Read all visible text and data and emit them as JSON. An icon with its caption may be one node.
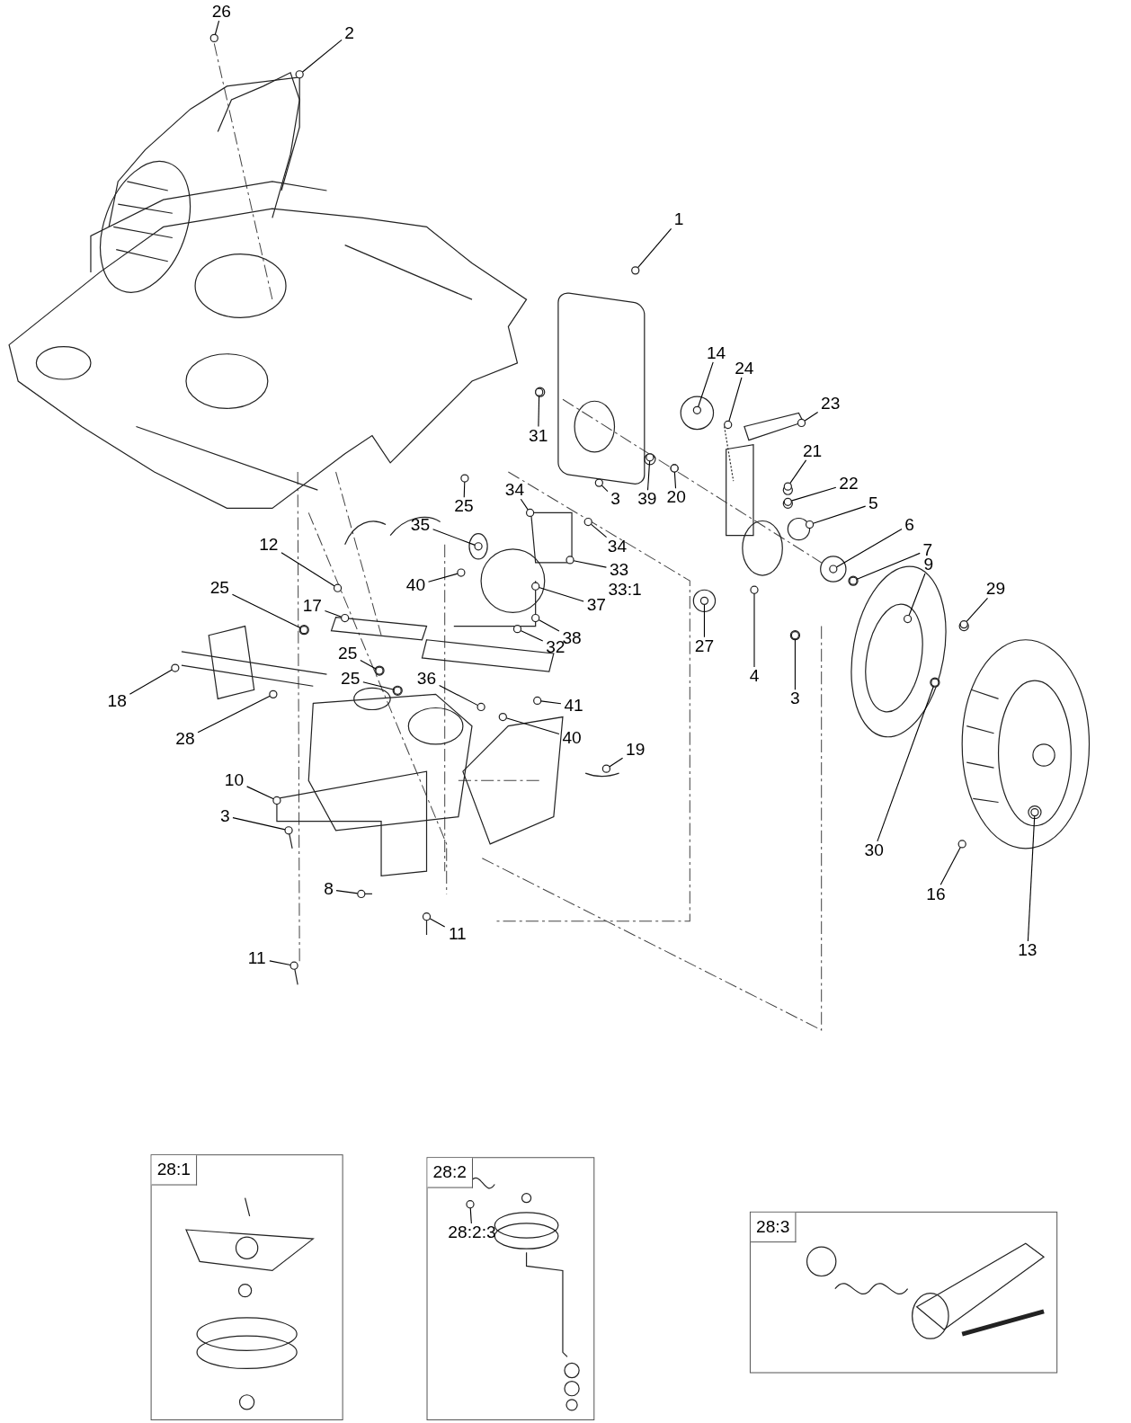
{
  "diagram": {
    "nodes": [
      {
        "text": [
          "26"
        ]
      },
      {
        "text": [
          "2"
        ]
      },
      {
        "text": [
          "1"
        ]
      },
      {
        "text": [
          "14"
        ]
      },
      {
        "text": [
          "24"
        ]
      },
      {
        "text": [
          "23"
        ]
      },
      {
        "text": [
          "21"
        ]
      },
      {
        "text": [
          "22"
        ]
      },
      {
        "text": [
          "31"
        ]
      },
      {
        "text": [
          "39"
        ]
      },
      {
        "text": [
          "20"
        ]
      },
      {
        "text": [
          "5"
        ]
      },
      {
        "text": [
          "25"
        ]
      },
      {
        "text": [
          "34"
        ]
      },
      {
        "text": [
          "3"
        ]
      },
      {
        "text": [
          "6"
        ]
      },
      {
        "text": [
          "34"
        ]
      },
      {
        "text": [
          "35"
        ]
      },
      {
        "text": [
          "12"
        ]
      },
      {
        "text": [
          "33"
        ]
      },
      {
        "text": [
          "7"
        ]
      },
      {
        "text": [
          "9"
        ]
      },
      {
        "text": [
          "29"
        ]
      },
      {
        "text": [
          "25"
        ]
      },
      {
        "text": [
          "40"
        ]
      },
      {
        "text": [
          "17"
        ]
      },
      {
        "text": [
          "37"
        ]
      },
      {
        "text": [
          "38"
        ]
      },
      {
        "text": [
          "25"
        ]
      },
      {
        "text": [
          "32"
        ]
      },
      {
        "text": [
          "27"
        ]
      },
      {
        "text": [
          "4"
        ]
      },
      {
        "text": [
          "25"
        ]
      },
      {
        "text": [
          "36"
        ]
      },
      {
        "text": [
          "3"
        ]
      },
      {
        "text": [
          "41"
        ]
      },
      {
        "text": [
          "18"
        ]
      },
      {
        "text": [
          "40"
        ]
      },
      {
        "text": [
          "28"
        ]
      },
      {
        "text": [
          "19"
        ]
      },
      {
        "text": [
          "10"
        ]
      },
      {
        "text": [
          "30"
        ]
      },
      {
        "text": [
          "3"
        ]
      },
      {
        "text": [
          "16"
        ]
      },
      {
        "text": [
          "8"
        ]
      },
      {
        "text": [
          "11"
        ]
      },
      {
        "text": [
          "13"
        ]
      },
      {
        "text": [
          "11"
        ]
      },
      {
        "text": [
          "28:1"
        ]
      },
      {
        "text": [
          "28:2"
        ]
      },
      {
        "text": [
          "28:2:3"
        ],
        "in": 49
      },
      {
        "text": [
          "28:3"
        ]
      },
      {
        "text": [],
        "shape": "circle"
      },
      {
        "text": [],
        "shape": "circle"
      },
      {
        "text": [],
        "shape": "circle"
      },
      {
        "text": [],
        "shape": "circle"
      },
      {
        "text": [],
        "shape": "circle"
      },
      {
        "text": [],
        "shape": "circle"
      },
      {
        "text": [],
        "shape": "circle"
      },
      {
        "text": [],
        "shape": "circle"
      },
      {
        "text": [],
        "shape": "circle"
      },
      {
        "text": [],
        "shape": "circle"
      },
      {
        "text": [],
        "shape": "circle"
      },
      {
        "text": [],
        "shape": "circle"
      },
      {
        "text": [],
        "shape": "circle"
      },
      {
        "text": [],
        "shape": "circle"
      },
      {
        "text": [],
        "shape": "circle"
      },
      {
        "text": [],
        "shape": "circle"
      },
      {
        "text": [],
        "shape": "circle"
      },
      {
        "text": [],
        "shape": "circle"
      },
      {
        "text": [],
        "shape": "circle"
      },
      {
        "text": [],
        "shape": "circle"
      },
      {
        "text": [],
        "shape": "circle"
      },
      {
        "text": [],
        "shape": "circle"
      },
      {
        "text": [],
        "shape": "circle"
      },
      {
        "text": [],
        "shape": "circle"
      },
      {
        "text": [],
        "shape": "circle"
      },
      {
        "text": [],
        "shape": "circle"
      },
      {
        "text": [],
        "shape": "circle"
      },
      {
        "text": [],
        "shape": "circle"
      },
      {
        "text": [],
        "shape": "circle"
      },
      {
        "text": [],
        "shape": "circle"
      },
      {
        "text": [],
        "shape": "circle"
      },
      {
        "text": [],
        "shape": "circle"
      },
      {
        "text": [],
        "shape": "circle"
      },
      {
        "text": [],
        "shape": "circle"
      },
      {
        "text": [],
        "shape": "circle"
      },
      {
        "text": [],
        "shape": "circle"
      },
      {
        "text": [],
        "shape": "circle"
      },
      {
        "text": [],
        "shape": "circle"
      },
      {
        "text": [],
        "shape": "circle"
      },
      {
        "text": [],
        "shape": "circle"
      },
      {
        "text": [],
        "shape": "circle"
      },
      {
        "text": [],
        "shape": "circle"
      },
      {
        "text": [],
        "shape": "circle"
      },
      {
        "text": [],
        "shape": "circle"
      },
      {
        "text": [],
        "shape": "circle"
      },
      {
        "text": [],
        "shape": "circle"
      },
      {
        "text": [],
        "shape": "circle"
      },
      {
        "text": [],
        "shape": "circle"
      },
      {
        "text": [],
        "shape": "circle",
        "in": 49
      }
    ],
    "edges": [
      {
        "from": 0,
        "to": 52,
        "arrow": "none"
      },
      {
        "from": 1,
        "to": 53,
        "arrow": "none"
      },
      {
        "from": 2,
        "to": 54,
        "arrow": "none"
      },
      {
        "from": 3,
        "to": 55,
        "arrow": "none"
      },
      {
        "from": 4,
        "to": 56,
        "arrow": "none"
      },
      {
        "from": 5,
        "to": 57,
        "arrow": "none"
      },
      {
        "from": 6,
        "to": 58,
        "arrow": "none"
      },
      {
        "from": 7,
        "to": 59,
        "arrow": "none"
      },
      {
        "from": 8,
        "to": 60,
        "arrow": "none"
      },
      {
        "from": 9,
        "to": 61,
        "arrow": "none"
      },
      {
        "from": 10,
        "to": 62,
        "arrow": "none"
      },
      {
        "from": 11,
        "to": 63,
        "arrow": "none"
      },
      {
        "from": 12,
        "to": 64,
        "arrow": "none"
      },
      {
        "from": 13,
        "to": 65,
        "arrow": "none"
      },
      {
        "from": 14,
        "to": 66,
        "arrow": "none"
      },
      {
        "from": 15,
        "to": 67,
        "arrow": "none"
      },
      {
        "from": 16,
        "to": 68,
        "arrow": "none"
      },
      {
        "from": 17,
        "to": 69,
        "arrow": "none"
      },
      {
        "from": 18,
        "to": 70,
        "arrow": "none"
      },
      {
        "from": 19,
        "to": 71,
        "arrow": "none"
      },
      {
        "from": 20,
        "to": 72,
        "arrow": "none"
      },
      {
        "from": 21,
        "to": 73,
        "arrow": "none"
      },
      {
        "from": 22,
        "to": 74,
        "arrow": "none"
      },
      {
        "from": 23,
        "to": 75,
        "arrow": "none"
      },
      {
        "from": 24,
        "to": 76,
        "arrow": "none"
      },
      {
        "from": 25,
        "to": 77,
        "arrow": "none"
      },
      {
        "from": 26,
        "to": 78,
        "arrow": "none"
      },
      {
        "from": 27,
        "to": 79,
        "arrow": "none"
      },
      {
        "from": 28,
        "to": 80,
        "arrow": "none"
      },
      {
        "from": 29,
        "to": 81,
        "arrow": "none"
      },
      {
        "from": 30,
        "to": 82,
        "arrow": "none"
      },
      {
        "from": 31,
        "to": 83,
        "arrow": "none"
      },
      {
        "from": 32,
        "to": 84,
        "arrow": "none"
      },
      {
        "from": 33,
        "to": 85,
        "arrow": "none"
      },
      {
        "from": 34,
        "to": 86,
        "arrow": "none"
      },
      {
        "from": 35,
        "to": 87,
        "arrow": "none"
      },
      {
        "from": 36,
        "to": 88,
        "arrow": "none"
      },
      {
        "from": 37,
        "to": 89,
        "arrow": "none"
      },
      {
        "from": 38,
        "to": 90,
        "arrow": "none"
      },
      {
        "from": 39,
        "to": 91,
        "arrow": "none"
      },
      {
        "from": 40,
        "to": 92,
        "arrow": "none"
      },
      {
        "from": 41,
        "to": 93,
        "arrow": "none"
      },
      {
        "from": 42,
        "to": 94,
        "arrow": "none"
      },
      {
        "from": 43,
        "to": 95,
        "arrow": "none"
      },
      {
        "from": 44,
        "to": 96,
        "arrow": "none"
      },
      {
        "from": 45,
        "to": 97,
        "arrow": "none"
      },
      {
        "from": 46,
        "to": 98,
        "arrow": "none"
      },
      {
        "from": 47,
        "to": 99,
        "arrow": "none"
      },
      {
        "from": 50,
        "to": 100,
        "arrow": "none"
      }
    ],
    "labels": [
      "33:1"
    ]
  }
}
